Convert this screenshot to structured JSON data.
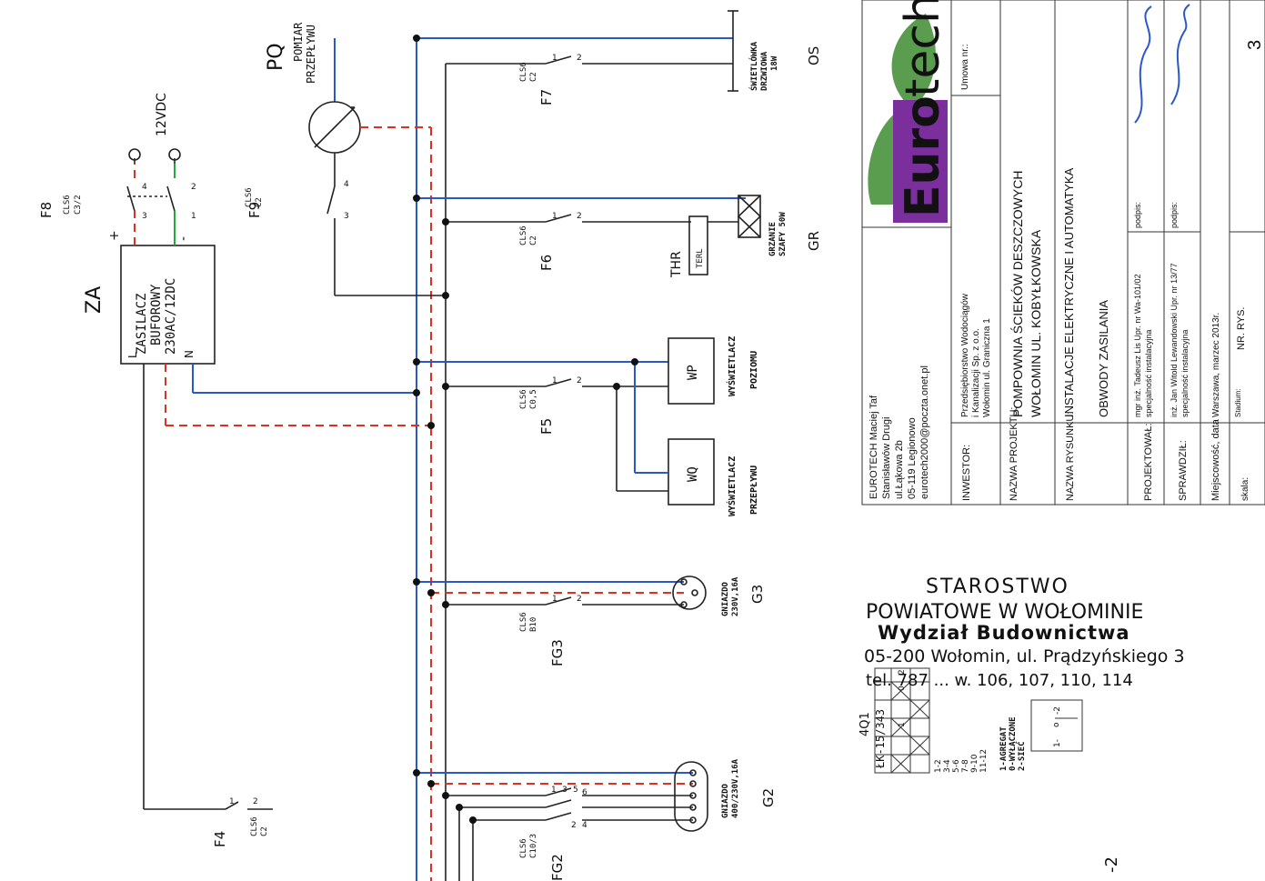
{
  "components": {
    "za": {
      "tag": "ZA",
      "label": "ZASILACZ BUFOROWY 230AC/12DC",
      "line1": "ZASILACZ",
      "line2": "BUFOROWY",
      "line3": "230AC/12DC",
      "L": "L",
      "N": "N",
      "plus": "+",
      "minus": "-"
    },
    "f8": {
      "tag": "F8",
      "type1": "CLS6",
      "type2": "C3/2",
      "p3": "3",
      "p4": "4",
      "p1": "1",
      "p2": "2"
    },
    "vdc": "12VDC",
    "f9": {
      "tag": "F9",
      "type1": "CLS6",
      "type2": "C2",
      "p3": "3",
      "p4": "4"
    },
    "pq": {
      "tag": "PQ",
      "line1": "POMIAR",
      "line2": "PRZEPŁYWU"
    },
    "f7": {
      "tag": "F7",
      "type1": "CLS6",
      "type2": "C2",
      "p1": "1",
      "p2": "2"
    },
    "os": {
      "tag": "OS",
      "line1": "ŚWIETLÓWKA",
      "line2": "DRZWIOWA",
      "line3": "18W"
    },
    "f6": {
      "tag": "F6",
      "type1": "CLS6",
      "type2": "C2",
      "p1": "1",
      "p2": "2"
    },
    "thr": {
      "tag": "THR",
      "box": "TERL"
    },
    "gr": {
      "tag": "GR",
      "line1": "GRZANIE",
      "line2": "SZAFY 50W"
    },
    "f5": {
      "tag": "F5",
      "type1": "CLS6",
      "type2": "C0,5",
      "p1": "1",
      "p2": "2"
    },
    "wp": {
      "box": "WP",
      "line1": "WYŚWIETLACZ",
      "line2": "POZIOMU"
    },
    "wq": {
      "box": "WQ",
      "line1": "WYŚWIETLACZ",
      "line2": "PRZEPŁYWU"
    },
    "fg3": {
      "tag": "FG3",
      "type1": "CLS6",
      "type2": "B10",
      "p1": "1",
      "p2": "2"
    },
    "g3": {
      "tag": "G3",
      "line1": "GNIAZDO",
      "line2": "230V,16A"
    },
    "fg2": {
      "tag": "FG2",
      "type1": "CLS6",
      "type2": "C10/3",
      "p1": "1",
      "p3": "3",
      "p5": "5",
      "p2": "2",
      "p4": "4",
      "p6": "6"
    },
    "g2": {
      "tag": "G2",
      "line1": "GNIAZDO",
      "line2": "400/230V,16A"
    },
    "f4": {
      "tag": "F4",
      "type1": "CLS6",
      "type2": "C2",
      "p1": "1",
      "p2": "2"
    },
    "q1": {
      "tag": "4Q1",
      "model": "ŁK-15/343",
      "cols": [
        "1",
        "0",
        "2"
      ],
      "rows": [
        "1-2",
        "3-4",
        "5-6",
        "7-8",
        "9-10",
        "11-12"
      ],
      "legend1": "1-AGREGAT",
      "legend2": "0-WYŁĄCZONE",
      "legend3": "2-SIEĆ",
      "sym_left": "1-",
      "sym_mid": "o",
      "sym_right": "-2"
    },
    "page_mark": "-2"
  },
  "stamp": {
    "line1": "STAROSTWO",
    "line2": "POWIATOWE W WOŁOMINIE",
    "line3": "Wydział Budownictwa",
    "line4": "05-200 Wołomin, ul. Prądzyńskiego 3",
    "line5": "tel. 787 ... w. 106, 107, 110, 114",
    "color": "#e8369a"
  },
  "title_block": {
    "company": [
      "EUROTECH Maciej Taf",
      "Stanisławów Drugi",
      "ul.Łąkowa 2b",
      "05-119 Legionowo",
      "eurotech2000@poczta.onet.pl"
    ],
    "logo_word1": "Euro",
    "logo_word2": "tech",
    "logo_color": "#7a2f9c",
    "rows": [
      {
        "label": "INWESTOR:",
        "value1": "Przedsiębiorstwo Wodociągów",
        "value2": "i Kanalizacji Sp. z o.o.",
        "value3": "Wołomin ul. Graniczna 1",
        "extra": "Umowa nr.:"
      },
      {
        "label": "NAZWA PROJEKTU:",
        "value1": "POMPOWNIA ŚCIEKÓW DESZCZOWYCH",
        "value2": "WOŁOMIN UL. KOBYŁKOWSKA"
      },
      {
        "label": "NAZWA RYSUNKU:",
        "value1": "INSTALACJE ELEKTRYCZNE I AUTOMATYKA",
        "value2": "OBWODY ZASILANIA"
      },
      {
        "label": "PROJEKTOWAŁ:",
        "value1": "mgr inż. Tadeusz Lis  Upr. nr Wa-101/02",
        "value2": "specjalność instalacyjna",
        "extra": "podpis:"
      },
      {
        "label": "SPRAWDZIŁ:",
        "value1": "inż. Jan Witold Lewandowski  Upr. nr 13/77",
        "value2": "specjalność instalacyjna",
        "extra": "podpis:"
      },
      {
        "label": "Miejscowość, data",
        "value1": "Warszawa, marzec 2013r."
      },
      {
        "label": "skala:",
        "value1": "Stadium:",
        "value2": "",
        "extra": "NR. RYS.",
        "extra2": "3"
      }
    ]
  }
}
